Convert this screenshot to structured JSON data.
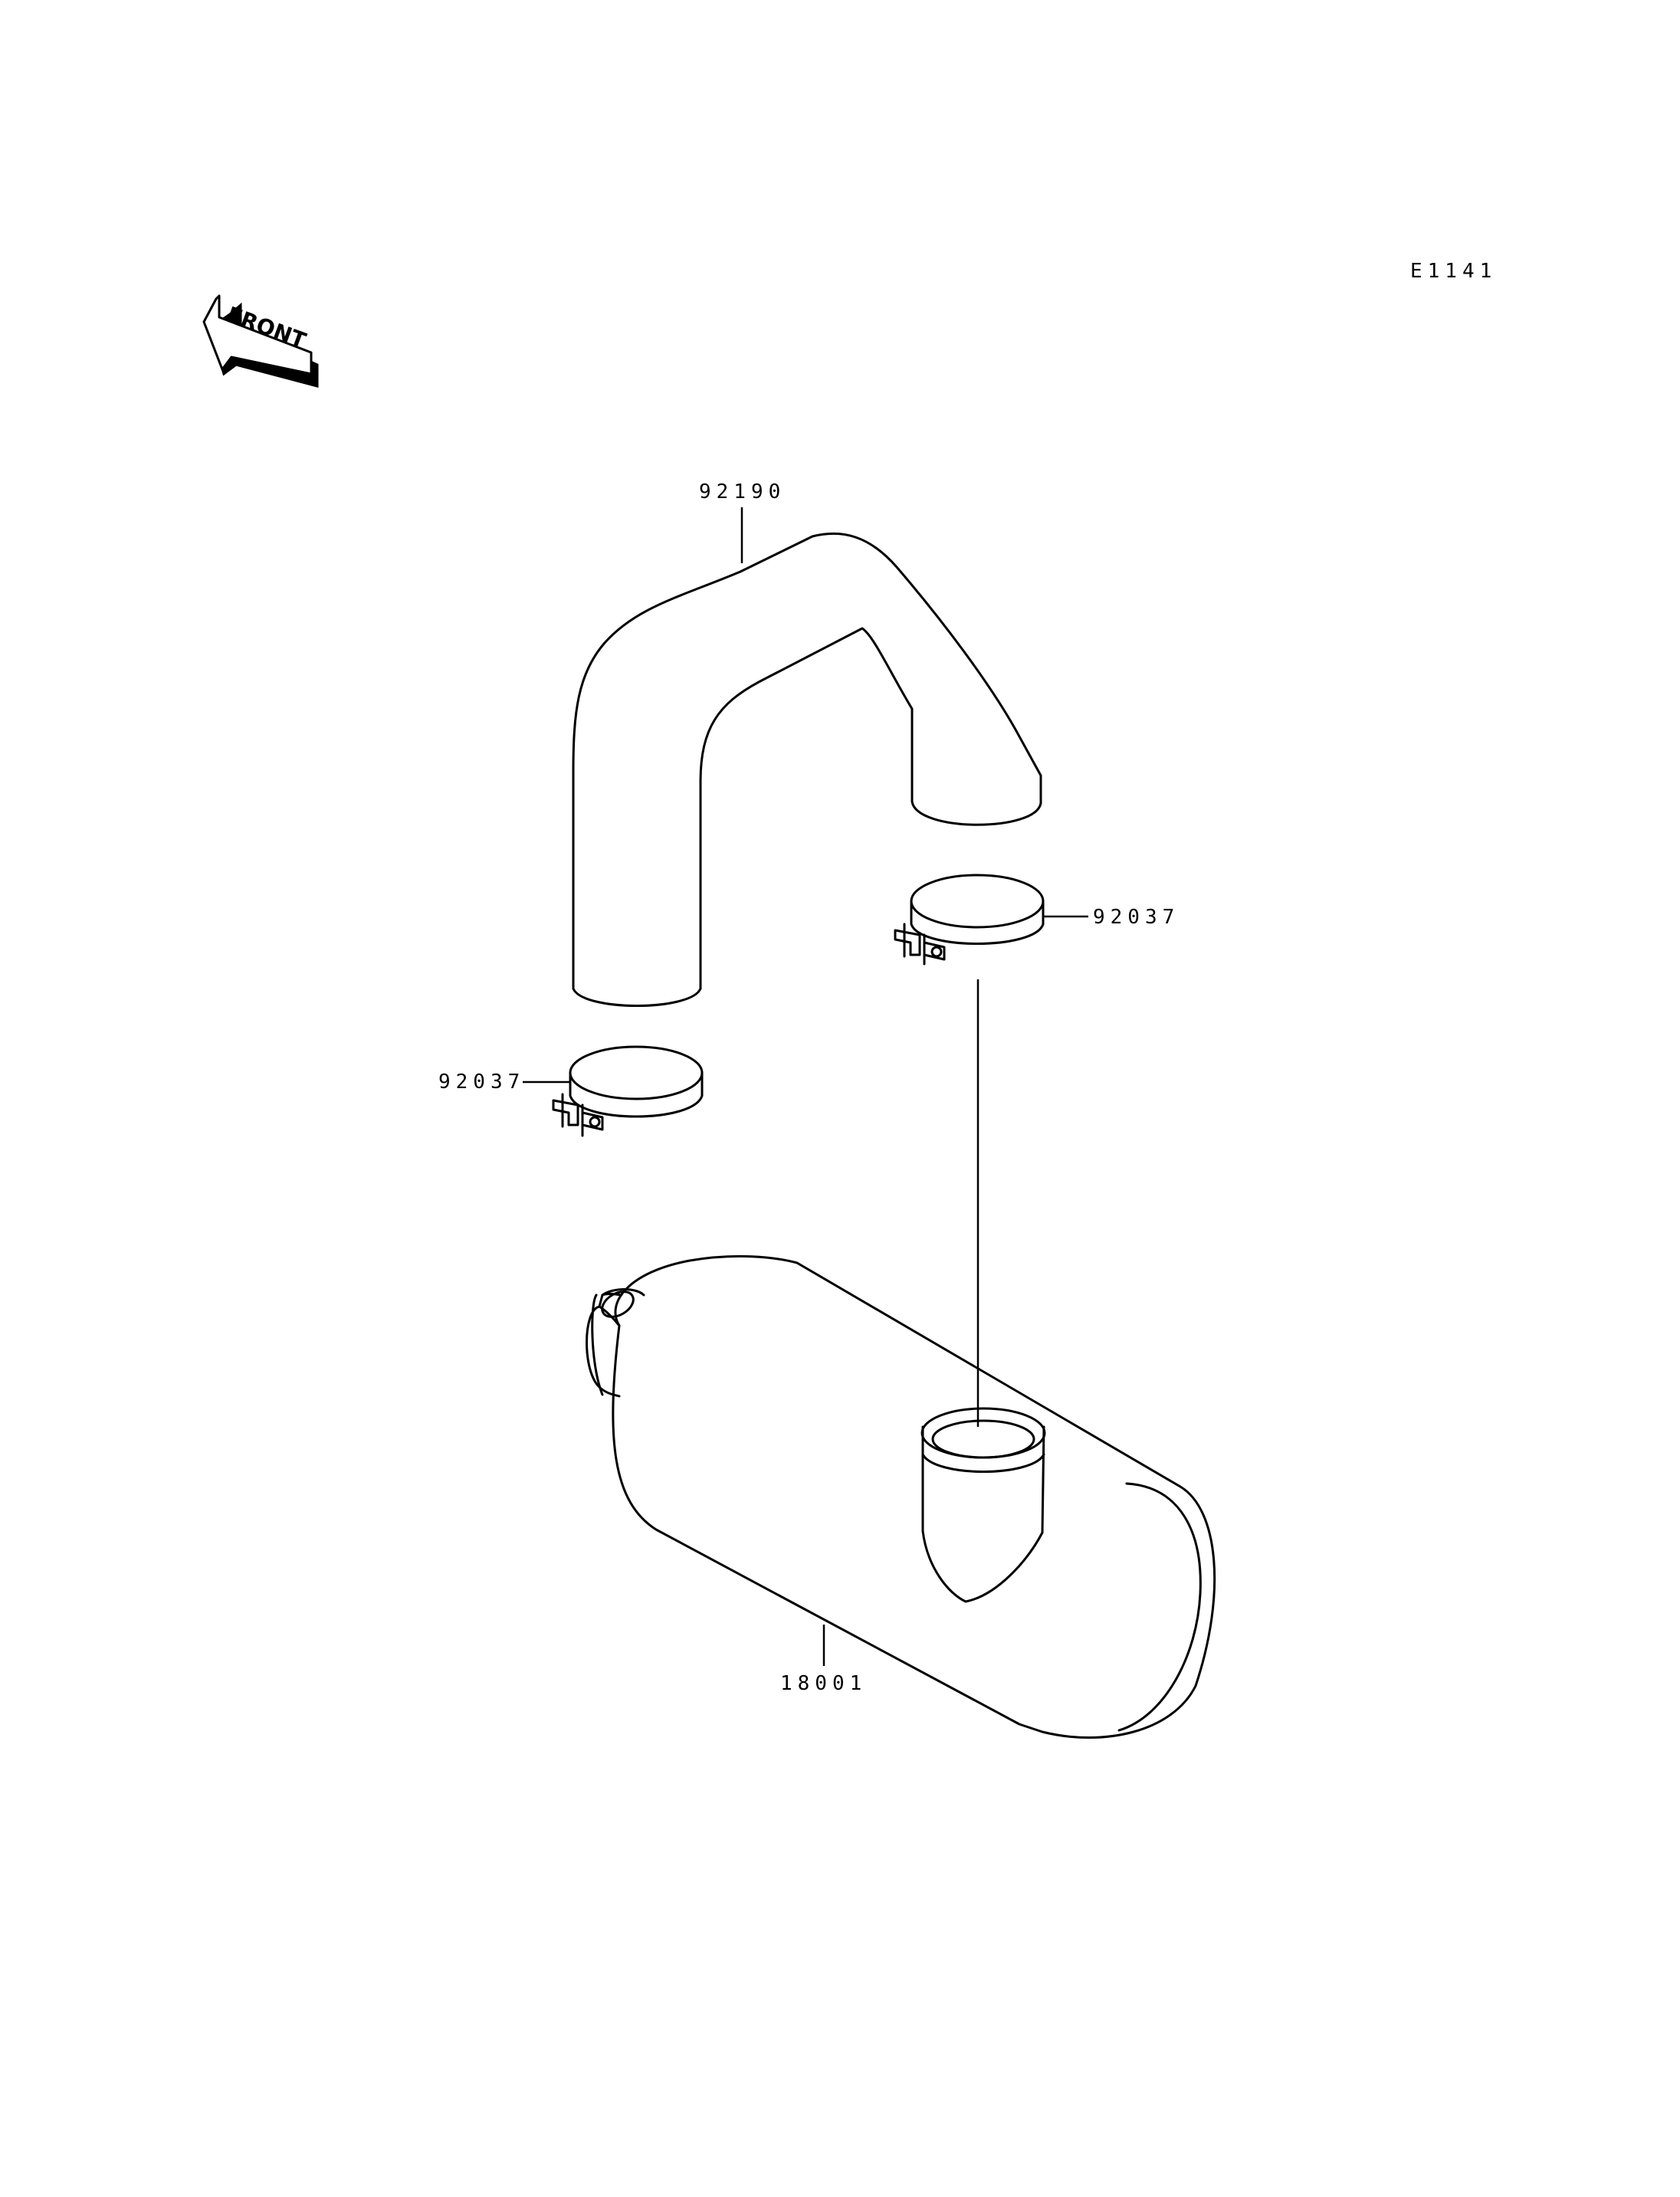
{
  "diagram_code": "E1141",
  "front_label": "FRONT",
  "parts": {
    "hose": "92190",
    "clamp_upper": "92037",
    "clamp_lower": "92037",
    "silencer": "18001"
  }
}
